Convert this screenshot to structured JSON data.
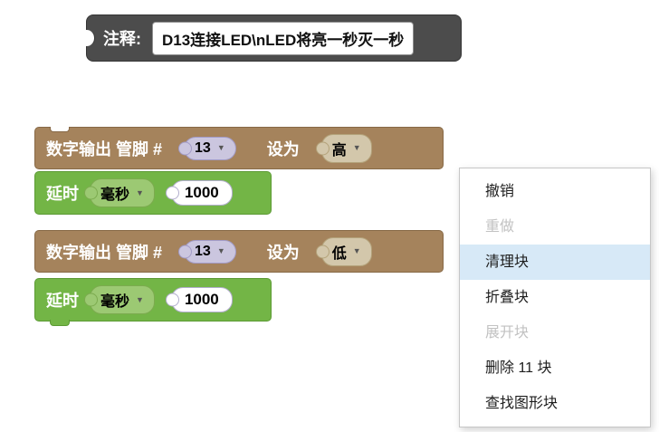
{
  "comment": {
    "label": "注释:",
    "text": "D13连接LED\\nLED将亮一秒灭一秒"
  },
  "blocks": [
    {
      "kind": "digital_write",
      "label_pin": "数字输出 管脚 #",
      "pin": "13",
      "label_set": "设为",
      "level": "高"
    },
    {
      "kind": "delay",
      "label": "延时",
      "unit": "毫秒",
      "duration": "1000"
    },
    {
      "kind": "digital_write",
      "label_pin": "数字输出 管脚 #",
      "pin": "13",
      "label_set": "设为",
      "level": "低"
    },
    {
      "kind": "delay",
      "label": "延时",
      "unit": "毫秒",
      "duration": "1000"
    }
  ],
  "icons": {
    "dropdown_arrow": "▼"
  },
  "context_menu": {
    "items": [
      {
        "label": "撤销",
        "enabled": true,
        "highlighted": false
      },
      {
        "label": "重做",
        "enabled": false,
        "highlighted": false
      },
      {
        "label": "清理块",
        "enabled": true,
        "highlighted": true
      },
      {
        "label": "折叠块",
        "enabled": true,
        "highlighted": false
      },
      {
        "label": "展开块",
        "enabled": false,
        "highlighted": false
      },
      {
        "label": "删除 11 块",
        "enabled": true,
        "highlighted": false
      },
      {
        "label": "查找图形块",
        "enabled": true,
        "highlighted": false
      }
    ]
  },
  "colors": {
    "comment_block": "#4c4c4c",
    "digital_block": "#a5835c",
    "delay_block": "#73b546",
    "menu_highlight": "#d7e9f7"
  }
}
